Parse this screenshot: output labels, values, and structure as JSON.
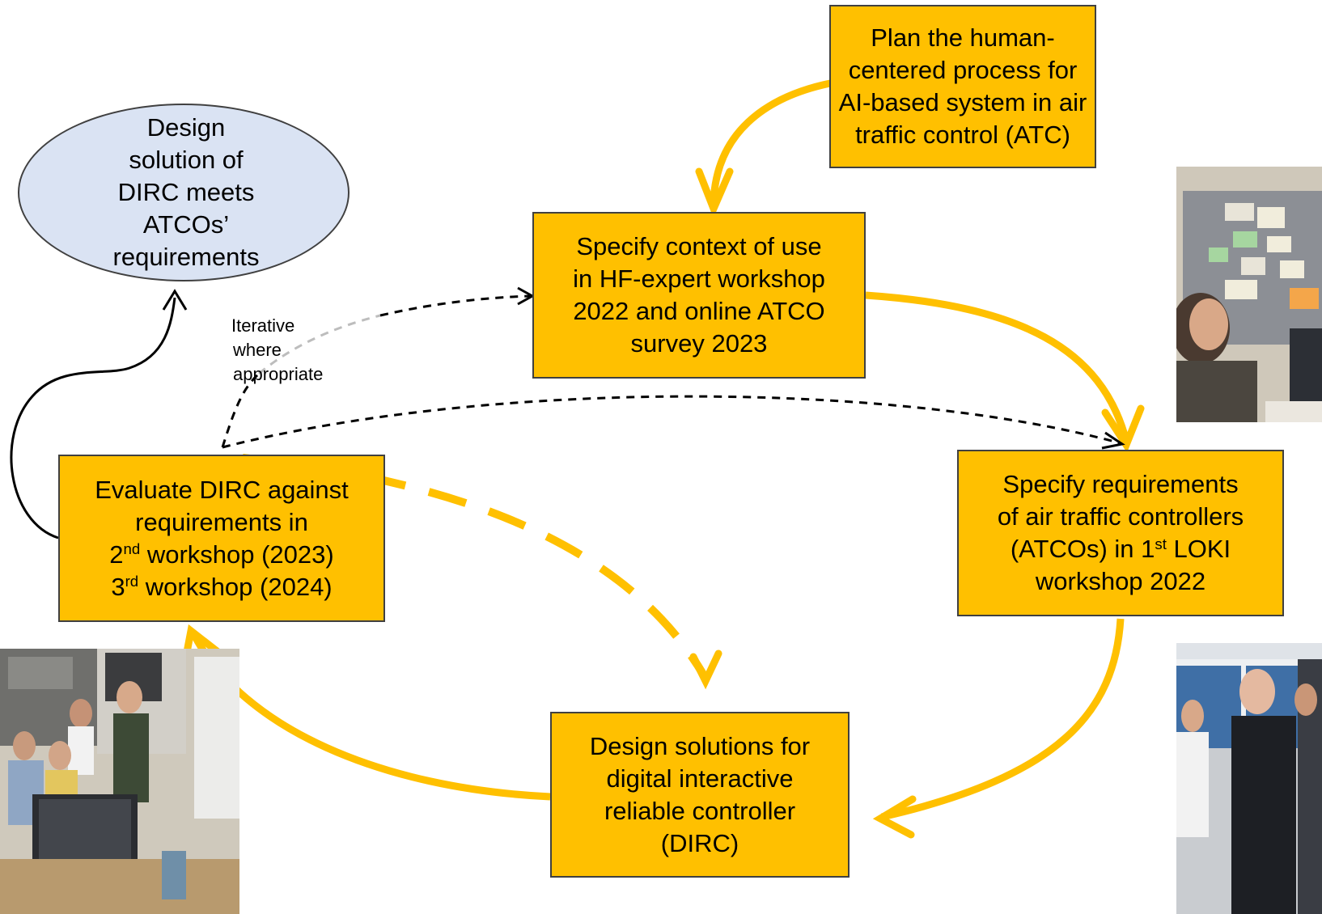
{
  "diagram": {
    "plan_box": {
      "lines": [
        "Plan the human-",
        "centered process for",
        "AI-based system in air",
        "traffic control (ATC)"
      ]
    },
    "context_box": {
      "lines": [
        "Specify context of use",
        "in HF-expert workshop",
        "2022 and online ATCO",
        "survey 2023"
      ]
    },
    "requirements_box": {
      "lines": [
        "Specify requirements",
        "of air traffic controllers"
      ],
      "line3_prefix": "(ATCOs) in 1",
      "line3_sup": "st",
      "line3_suffix": " LOKI",
      "line4": "workshop 2022"
    },
    "design_box": {
      "lines": [
        "Design solutions for",
        "digital interactive",
        "reliable controller",
        "(DIRC)"
      ]
    },
    "evaluate_box": {
      "line1": "Evaluate DIRC against",
      "line2": "requirements in",
      "line3_prefix": "2",
      "line3_sup": "nd",
      "line3_suffix": " workshop (2023)",
      "line4_prefix": "3",
      "line4_sup": "rd",
      "line4_suffix": " workshop (2024)"
    },
    "outcome_ellipse": {
      "lines": [
        "Design",
        "solution of",
        "DIRC meets",
        "ATCOs’",
        "requirements"
      ]
    },
    "iterative_note": {
      "lines": [
        "Iterative",
        "where",
        "appropriate"
      ]
    },
    "colors": {
      "box_fill": "#FFC000",
      "arrow": "#FFC000",
      "ellipse_fill": "#DAE3F3",
      "outline": "#404040"
    }
  }
}
